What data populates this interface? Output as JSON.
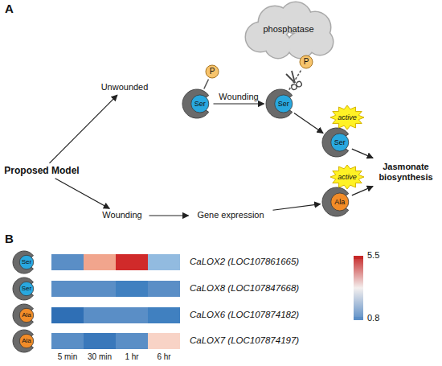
{
  "diagram": {
    "nodes": [
      {
        "text": [
          "Proposed Model"
        ]
      },
      {
        "text": [
          "Unwounded"
        ]
      },
      {
        "text": [
          "Ser"
        ]
      },
      {
        "text": [
          "P"
        ]
      },
      {
        "text": [
          "phosphatase"
        ]
      },
      {
        "text": [
          "Ser"
        ]
      },
      {
        "text": [
          "P"
        ]
      },
      {
        "text": [
          "active"
        ]
      },
      {
        "text": [
          "Ser"
        ]
      },
      {
        "text": [
          "Wounding"
        ]
      },
      {
        "text": [
          "Gene expression"
        ]
      },
      {
        "text": [
          "active"
        ]
      },
      {
        "text": [
          "Ala"
        ]
      },
      {
        "text": [
          "Jasmonate biosynthesis"
        ]
      },
      {
        "text": [
          "Ser"
        ]
      },
      {
        "text": [
          "Ser"
        ]
      },
      {
        "text": [
          "Ala"
        ]
      },
      {
        "text": [
          "Ala"
        ]
      }
    ],
    "edges": [
      {
        "from": 0,
        "to": 1,
        "arrow": "to"
      },
      {
        "from": 0,
        "to": 9,
        "arrow": "to"
      },
      {
        "from": 2,
        "to": 3,
        "arrow": "none"
      },
      {
        "from": 2,
        "to": 5,
        "label": "Wounding",
        "arrow": "to"
      },
      {
        "from": 5,
        "to": 6,
        "arrow": "none"
      },
      {
        "from": 5,
        "to": 8,
        "arrow": "to"
      },
      {
        "from": 8,
        "to": 13,
        "arrow": "to"
      },
      {
        "from": 9,
        "to": 10,
        "arrow": "to"
      },
      {
        "from": 10,
        "to": 12,
        "arrow": "to"
      },
      {
        "from": 12,
        "to": 13,
        "arrow": "to"
      }
    ],
    "labels": [
      "A",
      "B",
      "CaLOX2 (LOC107861665)",
      "CaLOX8 (LOC107847668)",
      "CaLOX6 (LOC107874182)",
      "CaLOX7 (LOC107874197)",
      "5 min",
      "30 min",
      "1 hr",
      "6 hr"
    ],
    "legend": [
      {
        "text": "5.5",
        "color": "#c62828"
      },
      {
        "text": "0.8",
        "color": "#5b8ec6"
      }
    ]
  }
}
